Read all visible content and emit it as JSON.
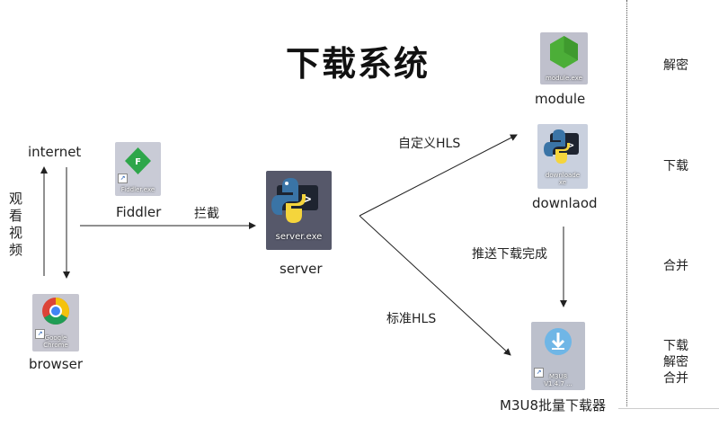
{
  "title": "下载系统",
  "nodes": {
    "internet": "internet",
    "browser": "browser",
    "chrome_icon_text": "Google Chrome",
    "fiddler": "Fiddler",
    "fiddler_icon_text": "Fiddler.exe",
    "server": "server",
    "server_icon_text": "server.exe",
    "module": "module",
    "module_icon_text": "module.exe",
    "downlaod": "downlaod",
    "download_icon_text": "downloade xe",
    "m3u8": "M3U8批量下载器",
    "m3u8_icon_text": "M3U8 V1.4.7 ..."
  },
  "edges": {
    "watch_video": "观看视频",
    "intercept": "拦截",
    "custom_hls": "自定义HLS",
    "standard_hls": "标准HLS",
    "push_done": "推送下载完成"
  },
  "side_labels": {
    "decrypt": "解密",
    "download": "下载",
    "merge": "合并",
    "combo_1": "下载",
    "combo_2": "解密",
    "combo_3": "合并"
  },
  "colors": {
    "python_blue": "#3a74a6",
    "python_yellow": "#f5d53c",
    "fiddler_green": "#2ea64a",
    "node_green": "#4cae38",
    "chrome_red": "#dc4437",
    "download_blue": "#6fb6e6"
  }
}
